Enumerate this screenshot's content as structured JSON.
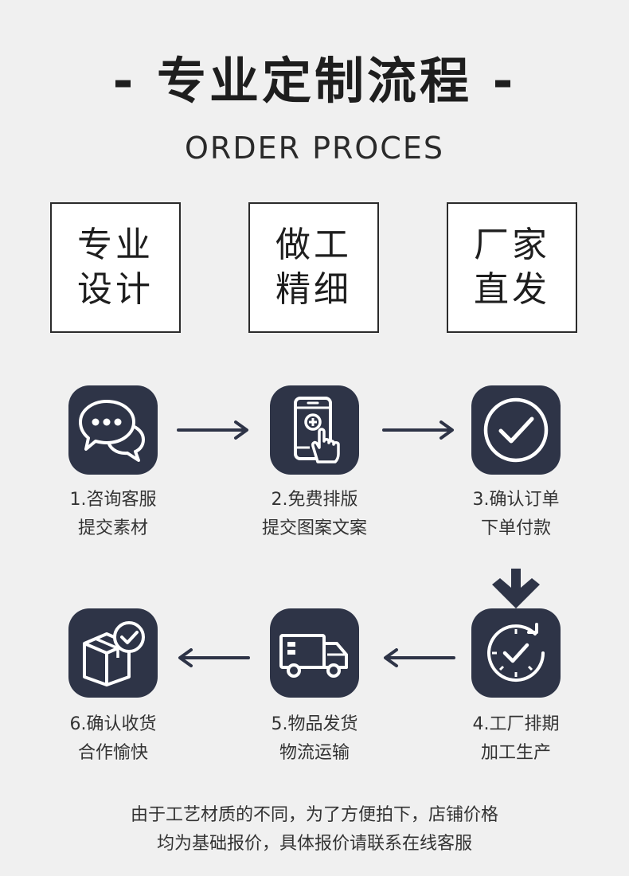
{
  "header": {
    "title": "- 专业定制流程 -",
    "subtitle": "ORDER PROCES"
  },
  "features": [
    {
      "line1": "专业",
      "line2": "设计"
    },
    {
      "line1": "做工",
      "line2": "精细"
    },
    {
      "line1": "厂家",
      "line2": "直发"
    }
  ],
  "steps": [
    {
      "line1": "1.咨询客服",
      "line2": "提交素材",
      "icon": "chat-bubbles-icon"
    },
    {
      "line1": "2.免费排版",
      "line2": "提交图案文案",
      "icon": "phone-tap-icon"
    },
    {
      "line1": "3.确认订单",
      "line2": "下单付款",
      "icon": "check-circle-icon"
    },
    {
      "line1": "4.工厂排期",
      "line2": "加工生产",
      "icon": "clock-icon"
    },
    {
      "line1": "5.物品发货",
      "line2": "物流运输",
      "icon": "truck-icon"
    },
    {
      "line1": "6.确认收货",
      "line2": "合作愉快",
      "icon": "box-check-icon"
    }
  ],
  "note": {
    "line1": "由于工艺材质的不同，为了方便拍下，店铺价格",
    "line2": "均为基础报价，具体报价请联系在线客服"
  },
  "colors": {
    "icon_bg": "#2e3447",
    "background": "#f0f0f0",
    "text": "#222222"
  }
}
